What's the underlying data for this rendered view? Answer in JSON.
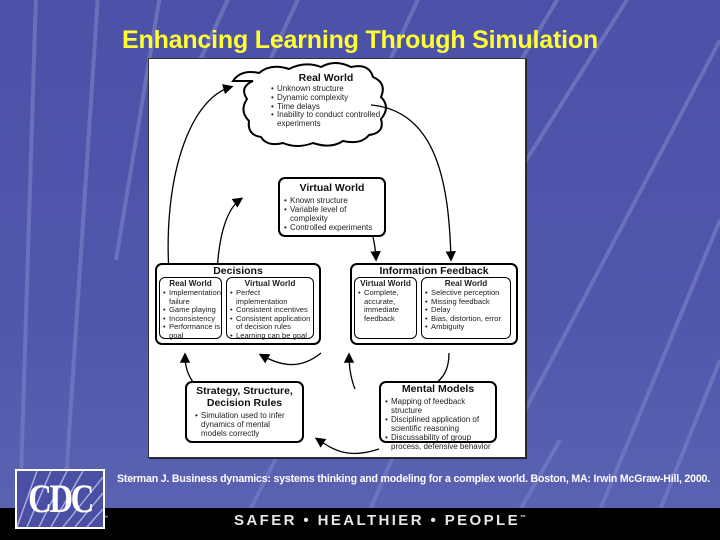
{
  "slide": {
    "title": "Enhancing Learning Through Simulation",
    "colors": {
      "background": "#4b51a8",
      "title": "#ffff33",
      "footer": "#000000",
      "stripe": "#7479c0"
    }
  },
  "diagram": {
    "real_world": {
      "title": "Real World",
      "items": [
        "Unknown structure",
        "Dynamic complexity",
        "Time delays",
        "Inability to conduct controlled experiments"
      ]
    },
    "virtual_world": {
      "title": "Virtual World",
      "items": [
        "Known structure",
        "Variable level of complexity",
        "Controlled experiments"
      ]
    },
    "decisions": {
      "title": "Decisions",
      "real_world": {
        "title": "Real World",
        "items": [
          "Implementation failure",
          "Game playing",
          "Inconsistency",
          "Performance is goal"
        ]
      },
      "virtual_world": {
        "title": "Virtual World",
        "items": [
          "Perfect implementation",
          "Consistent incentives",
          "Consistent application of decision rules",
          "Learning can be goal"
        ]
      }
    },
    "information_feedback": {
      "title": "Information Feedback",
      "virtual_world": {
        "title": "Virtual World",
        "items": [
          "Complete, accurate, immediate feedback"
        ]
      },
      "real_world": {
        "title": "Real World",
        "items": [
          "Selective perception",
          "Missing feedback",
          "Delay",
          "Bias, distortion, error",
          "Ambiguity"
        ]
      }
    },
    "strategy": {
      "title": "Strategy, Structure, Decision Rules",
      "items": [
        "Simulation used to infer dynamics of mental models correctly"
      ]
    },
    "mental_models": {
      "title": "Mental Models",
      "items": [
        "Mapping of feedback structure",
        "Disciplined application of scientific reasoning",
        "Discussability of group process, defensive behavior"
      ]
    }
  },
  "footer": {
    "citation": "Sterman J. Business dynamics: systems thinking and modeling for a complex world. Boston, MA: Irwin McGraw-Hill, 2000.",
    "logo_text": "CDC",
    "tagline": "SAFER • HEALTHIER • PEOPLE",
    "tagline_tm": "™"
  }
}
